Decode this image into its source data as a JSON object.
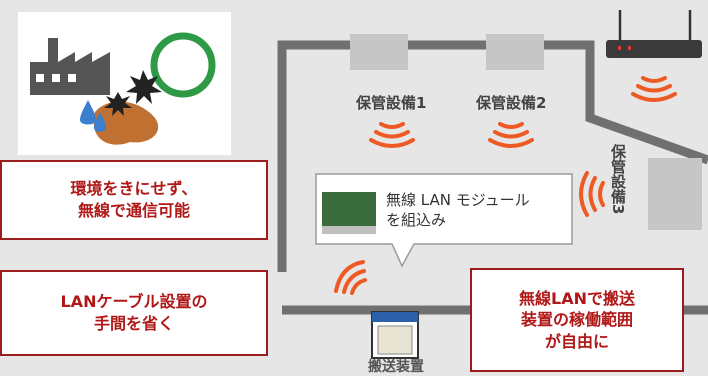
{
  "colors": {
    "background": "#e6e6e6",
    "path": "#707070",
    "accent_red": "#b01818",
    "wave": "#ee5a24",
    "station_fill": "#c6c6c6",
    "module_green": "#3a6b3a"
  },
  "icons": [
    "factory-icon",
    "ring-icon",
    "spark-icon",
    "water-drop-icon",
    "rust-blob-icon",
    "router-icon",
    "module-icon",
    "carrier-device-icon",
    "wave-icon"
  ],
  "storage_1": "保管設備1",
  "storage_2": "保管設備2",
  "storage_3": "保管設備3",
  "callout_line1": "無線 LAN モジュール",
  "callout_line2": "を組込み",
  "carrier_label": "搬送装置",
  "box_environment": [
    "環境をきにせず、",
    "無線で通信可能"
  ],
  "box_cable": [
    "LANケーブル設置の",
    "手間を省く"
  ],
  "box_range": [
    "無線LANで搬送",
    "装置の稼働範囲",
    "が自由に"
  ]
}
